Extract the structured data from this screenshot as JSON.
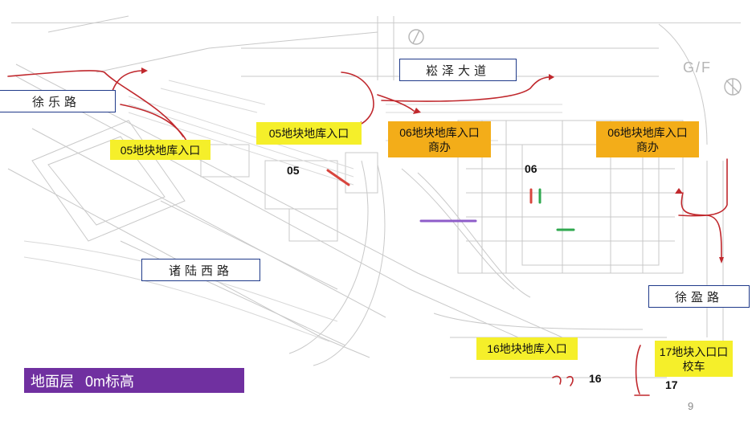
{
  "colors": {
    "route": "#c0282d",
    "label_border": "#1f3a8a",
    "tag_yellow": "#f5ef2a",
    "tag_orange": "#f3ad19",
    "legend_bg": "#7030a0",
    "marker_green": "#2fa84f",
    "marker_purple": "#8e5cc9"
  },
  "roads": {
    "xule": "徐乐路",
    "songze": "崧泽大道",
    "zhulu_xi": "诸陆西路",
    "xuying": "徐盈路"
  },
  "entrances": {
    "e05_left": "05地块地库入口",
    "e05_mid": "05地块地库入口",
    "e06_mid_line1": "06地块地库入口",
    "e06_mid_line2": "商办",
    "e06_right_line1": "06地块地库入口",
    "e06_right_line2": "商办",
    "e16": "16地块地库入口",
    "e17_line1": "17地块入口口",
    "e17_line2": "校车"
  },
  "plots": {
    "p05": "05",
    "p06": "06",
    "p16": "16",
    "p17": "17"
  },
  "floor": {
    "name": "地面层",
    "elevation": "0m标高"
  },
  "map_marks": {
    "compass": "G/F"
  },
  "page_number": "9"
}
